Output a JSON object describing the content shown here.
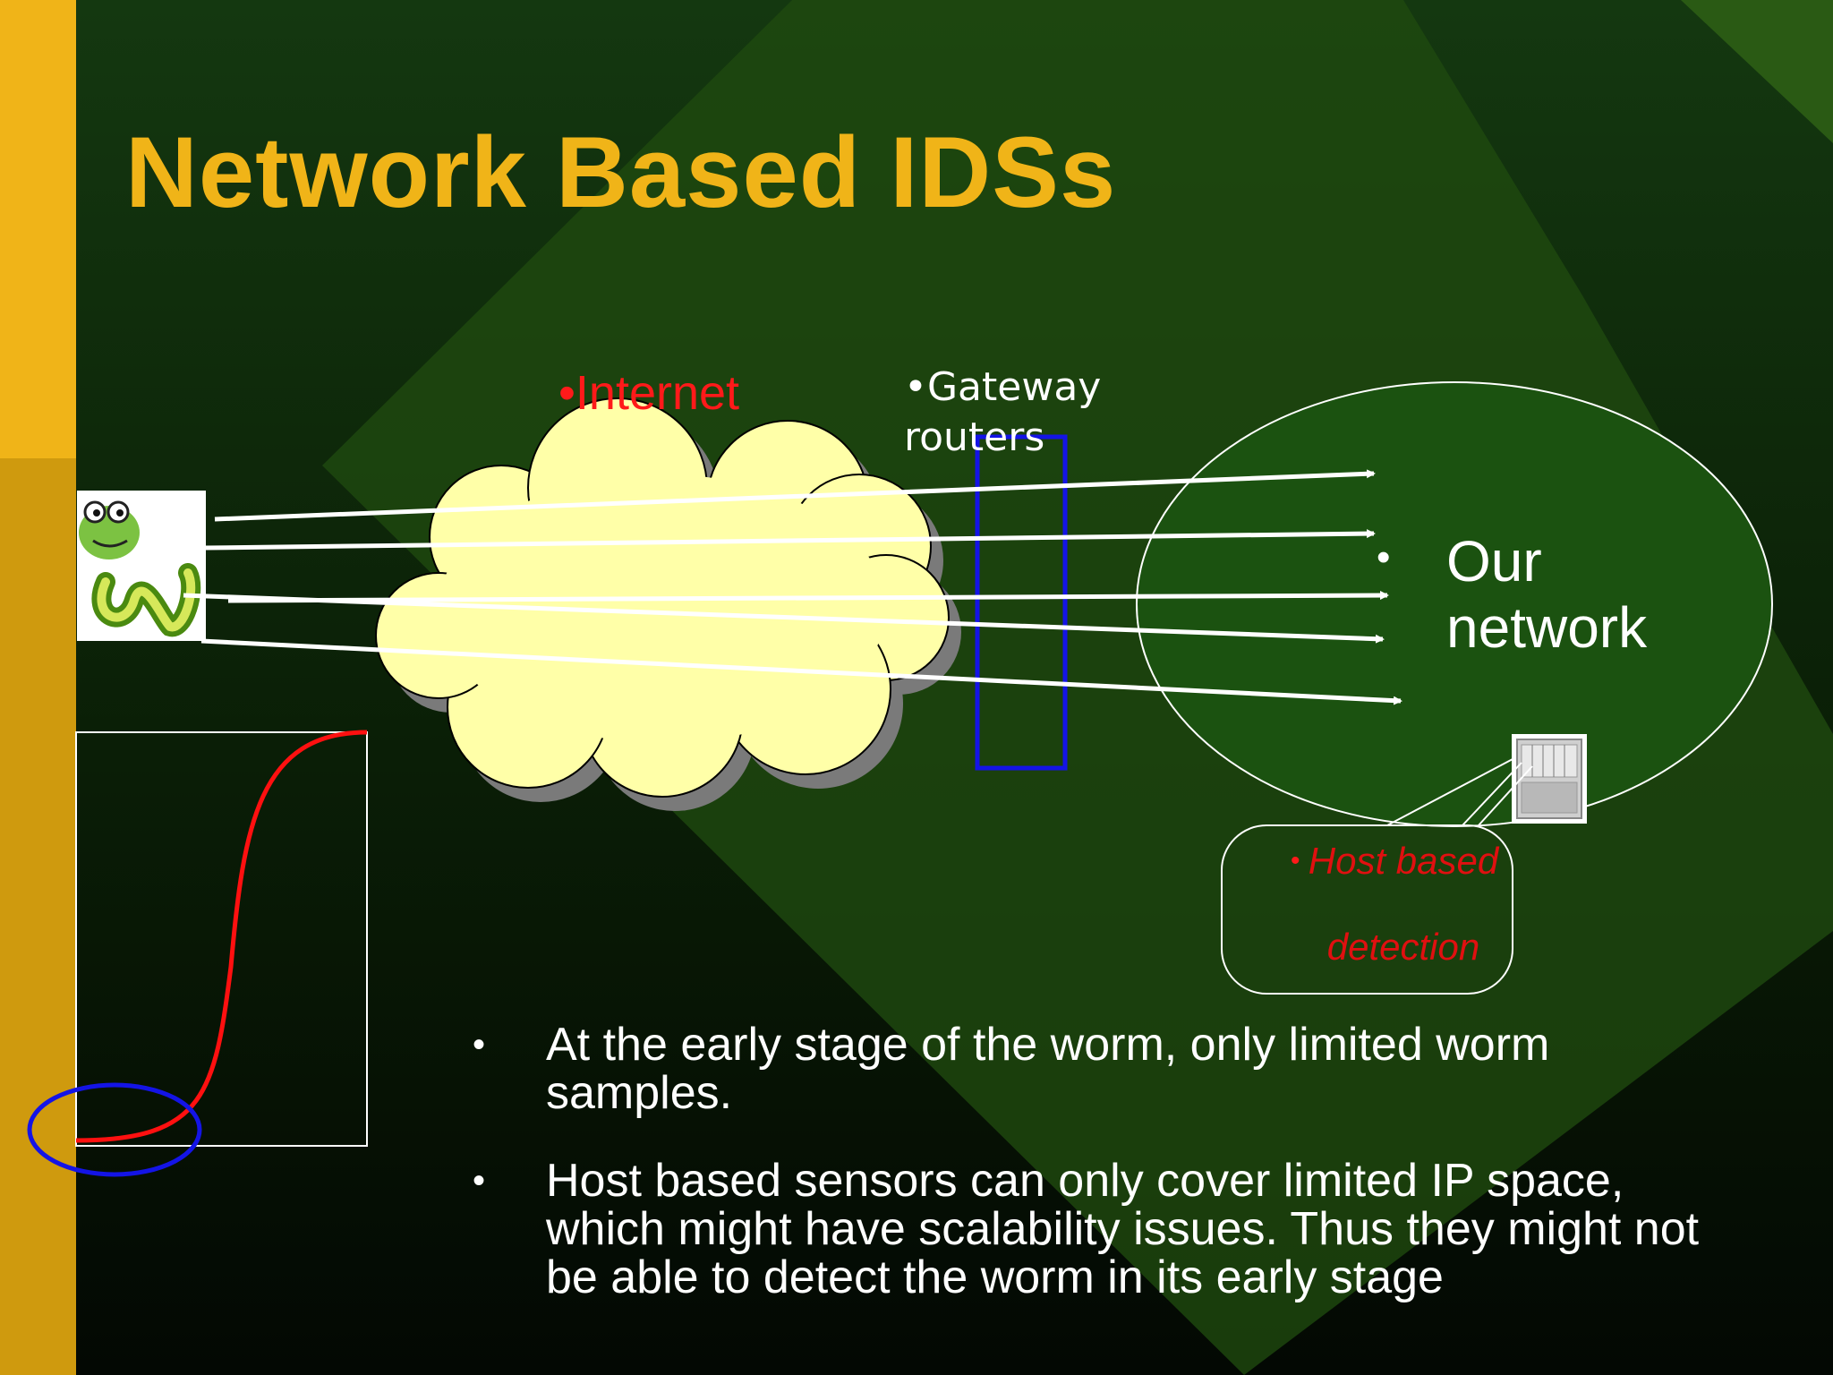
{
  "slide": {
    "title": "Network Based IDSs",
    "colors": {
      "accent_gold": "#f0b418",
      "bg_dark": "#0b1a06",
      "bg_green": "#1a4a0c",
      "red_label": "#ff1a1a",
      "cloud_fill": "#ffffa8"
    }
  },
  "diagram": {
    "internet_label": "•Internet",
    "gateway_label": "•Gateway routers",
    "network_label": "Our network",
    "network_bullet": "•",
    "host_bullet": "•",
    "host_label_line1": "Host based",
    "host_label_line2": "detection",
    "icons": [
      "worm-icon",
      "server-icon"
    ]
  },
  "bullets": [
    "At the early stage of the worm, only limited worm samples.",
    "Host based sensors can only cover limited IP space, which might have scalability issues. Thus they might not be able to detect the worm in its early stage"
  ]
}
